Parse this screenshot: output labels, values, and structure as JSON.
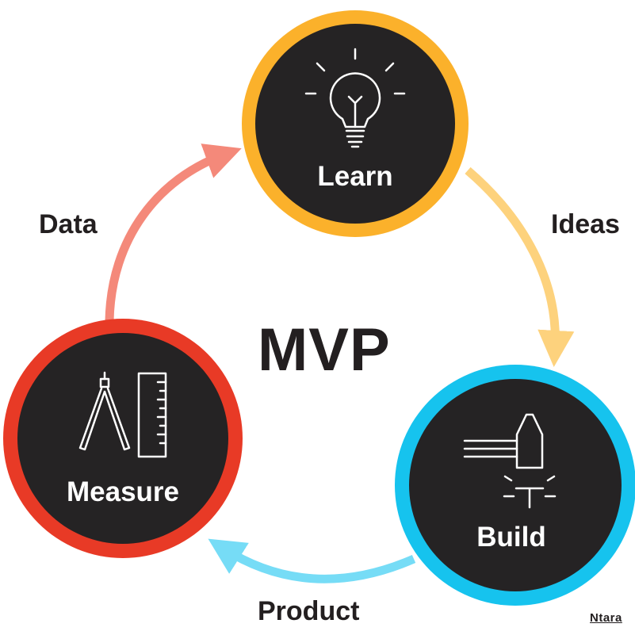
{
  "center": {
    "title": "MVP"
  },
  "nodes": {
    "learn": {
      "label": "Learn",
      "ring_color": "#fbb12b",
      "icon": "lightbulb-icon"
    },
    "build": {
      "label": "Build",
      "ring_color": "#16c3ee",
      "icon": "hammer-icon"
    },
    "measure": {
      "label": "Measure",
      "ring_color": "#e83a26",
      "icon": "compass-ruler-icon"
    }
  },
  "edges": {
    "learn_to_build": {
      "label": "Ideas",
      "color": "#fdd27d"
    },
    "build_to_measure": {
      "label": "Product",
      "color": "#76dcf6"
    },
    "measure_to_learn": {
      "label": "Data",
      "color": "#f4897a"
    }
  },
  "colors": {
    "node_fill": "#252324",
    "text_dark": "#231f20"
  },
  "brand": {
    "logo_text": "Ntara"
  }
}
